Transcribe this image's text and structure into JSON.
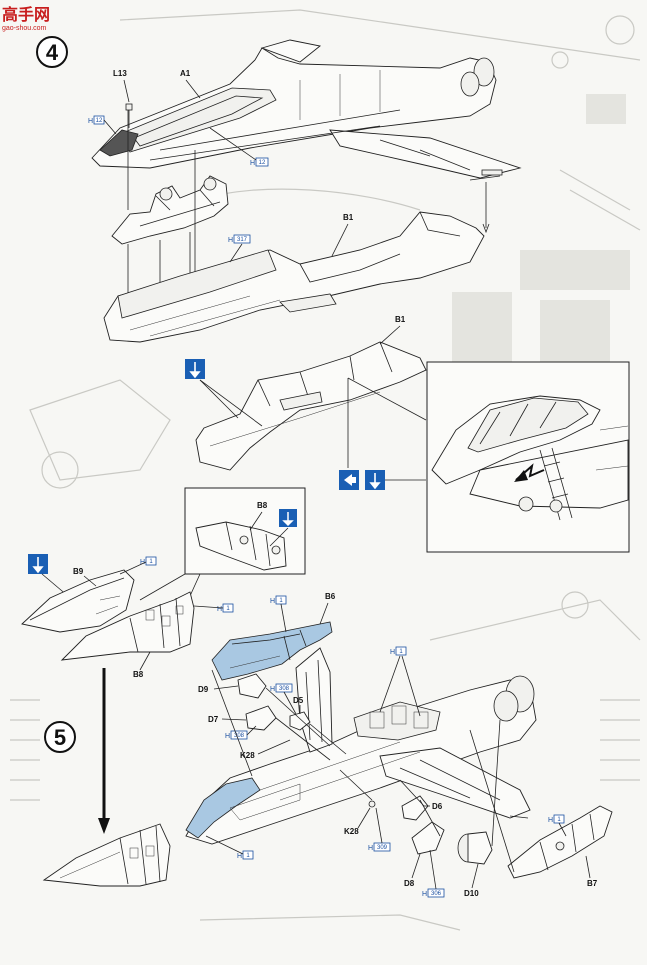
{
  "watermark": {
    "title": "高手网",
    "url": "gao-shou.com"
  },
  "steps": {
    "step4": "4",
    "step5": "5"
  },
  "hbox_prefix": "H",
  "labels": {
    "l13": "L13",
    "a1": "A1",
    "b1_top": "B1",
    "b1_mid": "B1",
    "b8_inset": "B8",
    "b9": "B9",
    "b8": "B8",
    "b6": "B6",
    "d9": "D9",
    "d7": "D7",
    "d5": "D5",
    "k28_a": "K28",
    "k28_b": "K28",
    "d6": "D6",
    "d8": "D8",
    "d10": "D10",
    "b7": "B7"
  },
  "hnums": {
    "h12_a": "12",
    "h12_b": "12",
    "h317": "317",
    "h1_b9": "1",
    "h1_b8": "1",
    "h1_b6": "1",
    "h1_right": "1",
    "h308_a": "308",
    "h308_b": "308",
    "h1_bottom": "1",
    "h309": "309",
    "h306": "306",
    "h1_b7": "1"
  },
  "colors": {
    "callout_blue": "#a9c8e2",
    "marker_blue": "#1a5fb4",
    "watermark_red": "#c81e1e"
  }
}
